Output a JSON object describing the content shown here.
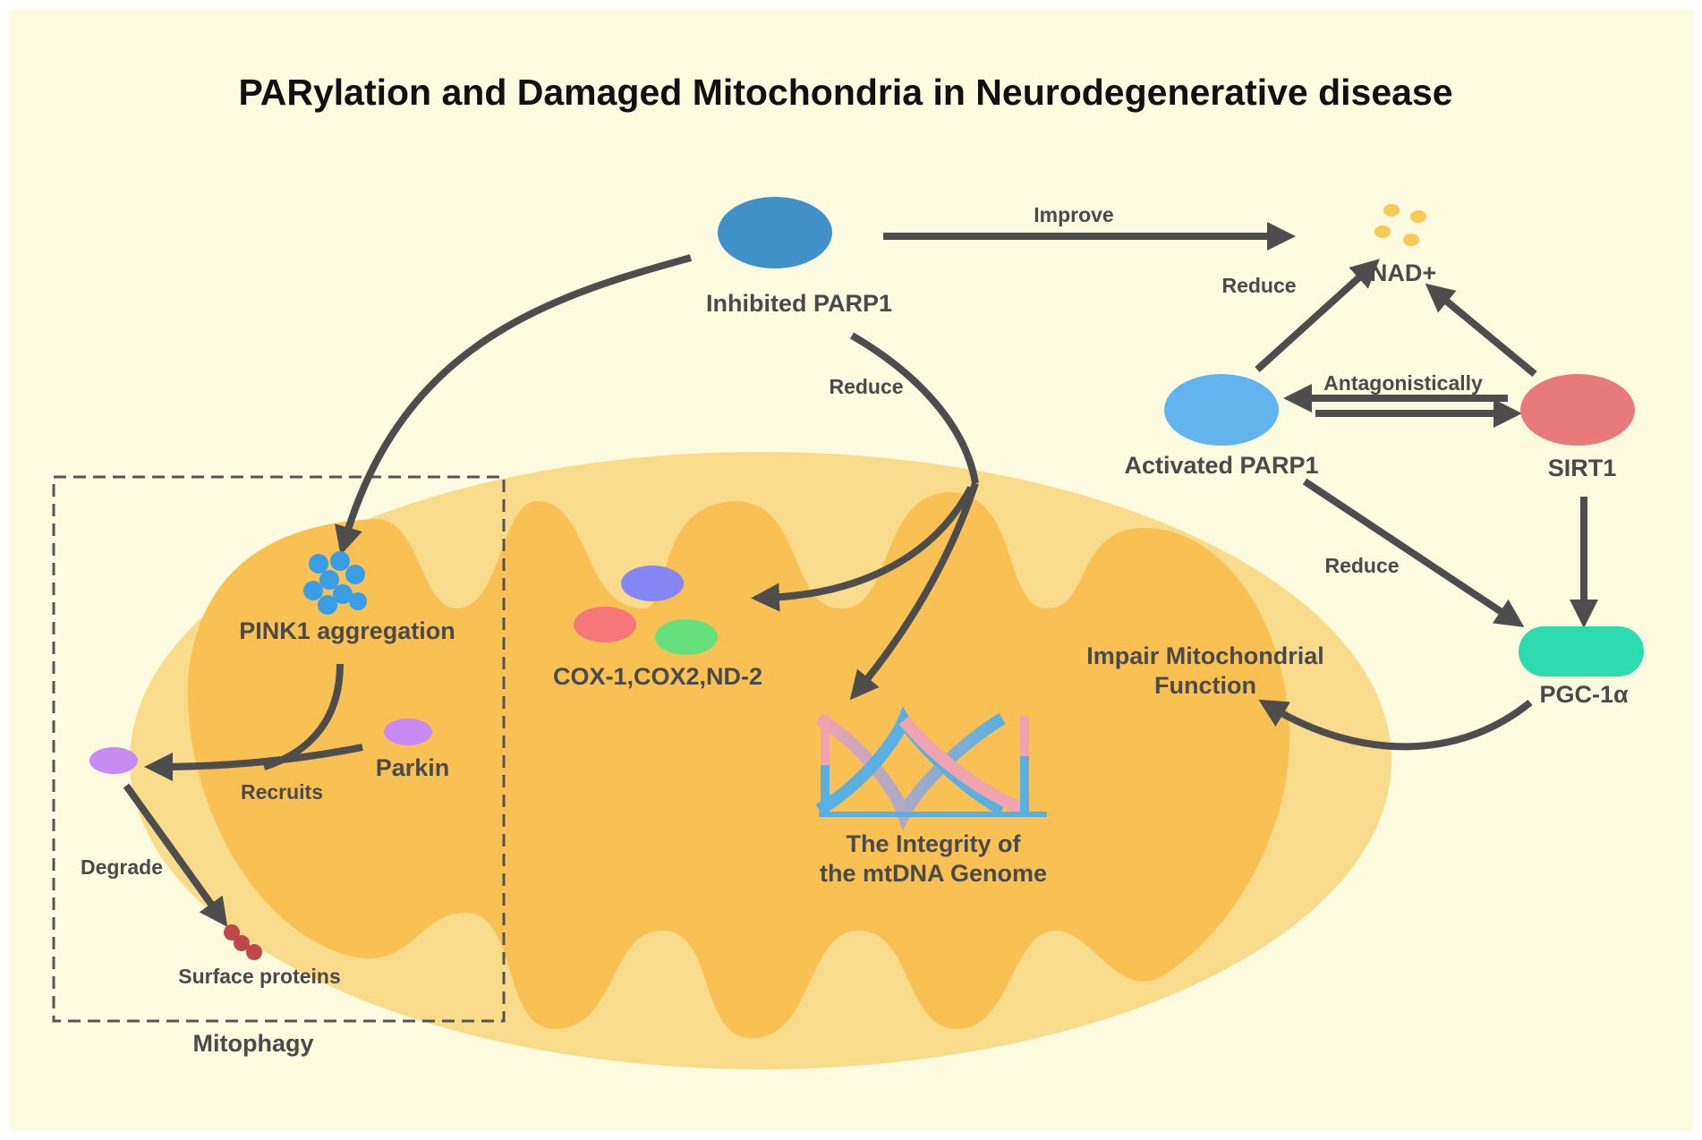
{
  "title": "PARylation and Damaged Mitochondria in Neurodegenerative disease",
  "colors": {
    "background": "#fdfbdf",
    "mito_outer": "#f9db8c",
    "mito_inner": "#f9c054",
    "arrow": "#4d4d4d",
    "inhibited_parp1": "#4191c9",
    "activated_parp1": "#62b4ee",
    "sirt1": "#e87a7e",
    "pgc1a": "#2edbb0",
    "nad": "#f7ca55",
    "pink1": "#3a9ee6",
    "parkin": "#c88af5",
    "cox1": "#f57779",
    "cox2": "#8486f5",
    "nd2": "#66e07c",
    "surface_proteins": "#c0484a",
    "dna_pink": "#f0a4b0",
    "dna_blue": "#5ab0e0"
  },
  "nodes": {
    "inhibited_parp1": "Inhibited PARP1",
    "nad": "NAD+",
    "activated_parp1": "Activated PARP1",
    "sirt1": "SIRT1",
    "pgc1a": "PGC-1α",
    "impair_line1": "Impair Mitochondrial",
    "impair_line2": "Function",
    "pink1": "PINK1 aggregation",
    "parkin": "Parkin",
    "cox": "COX-1,COX2,ND-2",
    "integrity_line1": "The Integrity of",
    "integrity_line2": "the mtDNA Genome",
    "surface_proteins": "Surface proteins",
    "mitophagy": "Mitophagy"
  },
  "edges": {
    "improve": "Improve",
    "reduce_nad": "Reduce",
    "antagonistically": "Antagonistically",
    "reduce_inhibited": "Reduce",
    "reduce_activated": "Reduce",
    "recruits": "Recruits",
    "degrade": "Degrade"
  }
}
